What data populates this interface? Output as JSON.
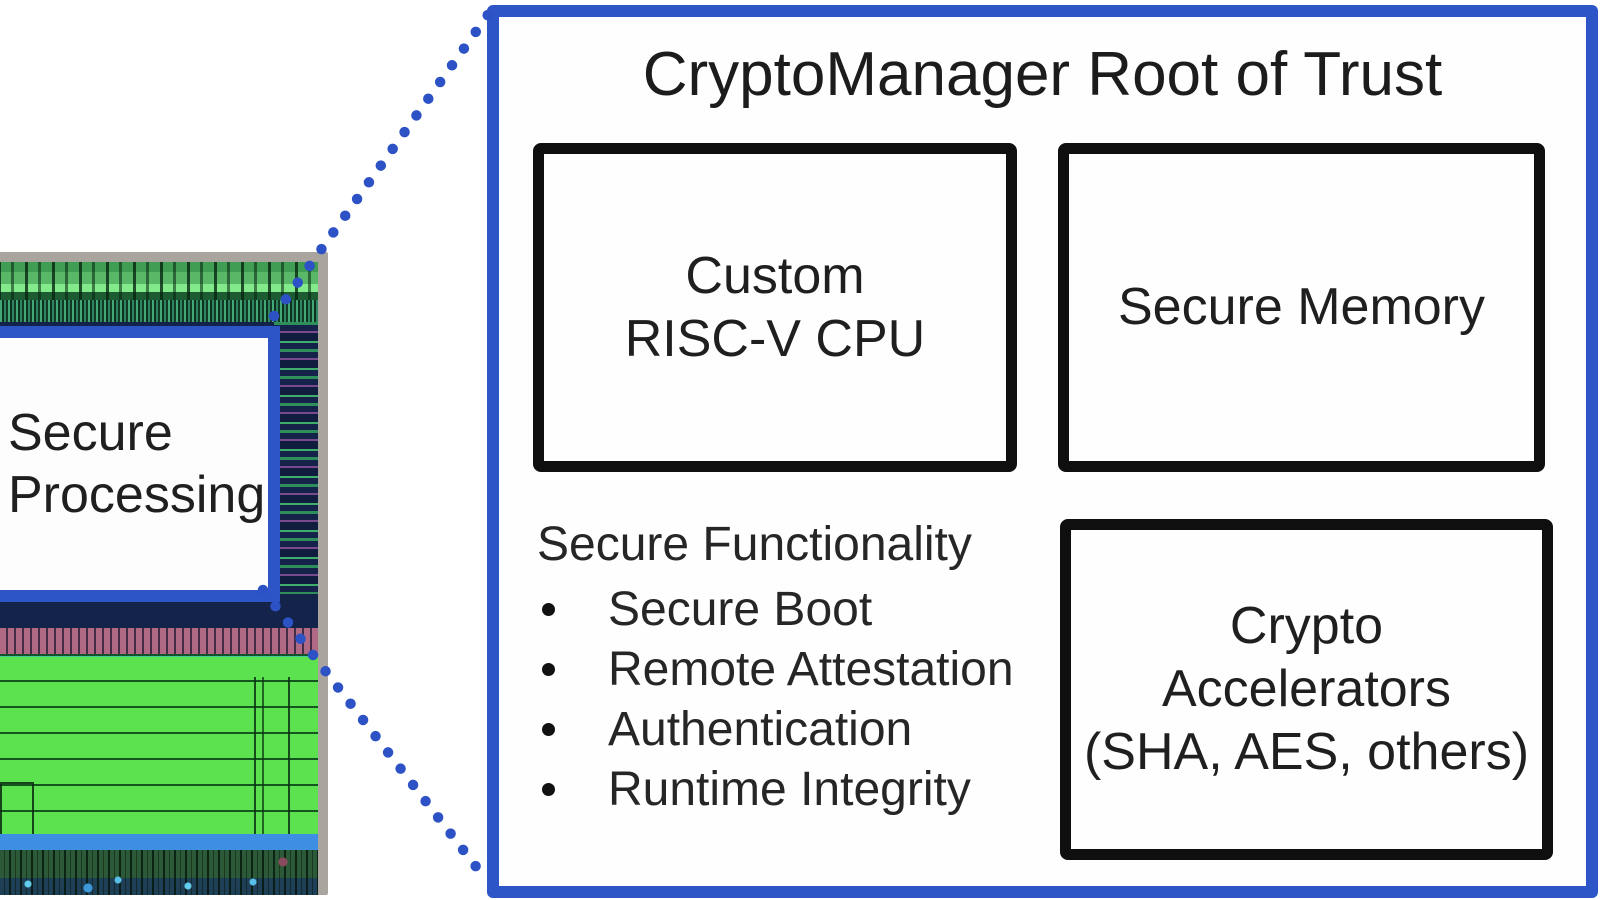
{
  "die": {
    "label": {
      "line1": "Secure",
      "line2": "Processing"
    }
  },
  "panel": {
    "title": "CryptoManager Root of Trust",
    "cpu_box": {
      "line1": "Custom",
      "line2": "RISC-V CPU"
    },
    "memory_box": {
      "label": "Secure Memory"
    },
    "crypto_box": {
      "line1": "Crypto",
      "line2": "Accelerators",
      "line3": "(SHA, AES, others)"
    },
    "functionality": {
      "heading": "Secure Functionality",
      "items": [
        "Secure Boot",
        "Remote Attestation",
        "Authentication",
        "Runtime Integrity"
      ]
    }
  },
  "colors": {
    "accent_blue": "#2d55c8",
    "box_border_black": "#0f0f0f",
    "die_border_gray": "#a9a59e",
    "die_green": "#5ce14f",
    "die_navy": "#13234a",
    "text": "#1f1f1f"
  }
}
